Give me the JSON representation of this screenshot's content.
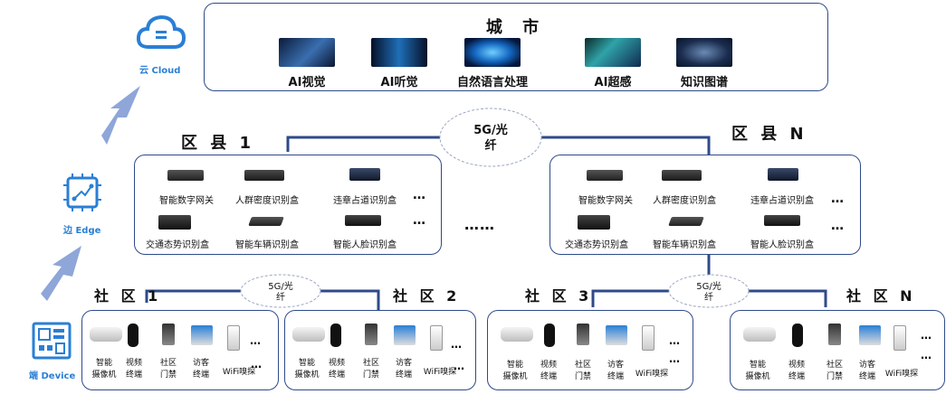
{
  "tiers": {
    "cloud_label": "云 Cloud",
    "edge_label": "边 Edge",
    "device_label": "端 Device"
  },
  "city": {
    "title": "城  市",
    "capabilities": [
      "AI视觉",
      "AI听觉",
      "自然语言处理",
      "AI超感",
      "知识图谱"
    ]
  },
  "links": {
    "city_to_district": "5G/光\n纤",
    "district_to_community": "5G/光\n纤"
  },
  "districts": [
    {
      "name": "区 县 1"
    },
    {
      "name": "区 县 N"
    }
  ],
  "district_devices": [
    "智能数字网关",
    "人群密度识别盒",
    "违章占道识别盒",
    "交通态势识别盒",
    "智能车辆识别盒",
    "智能人脸识别盒"
  ],
  "ellipsis": "…",
  "middle_ellipsis": "……",
  "communities": [
    {
      "name": "社 区 1"
    },
    {
      "name": "社 区 2"
    },
    {
      "name": "社 区 3"
    },
    {
      "name": "社 区 N"
    }
  ],
  "community_devices": [
    {
      "label": "智能\n摄像机"
    },
    {
      "label": "视频\n终端"
    },
    {
      "label": "社区\n门禁"
    },
    {
      "label": "访客\n终端"
    },
    {
      "label": "WiFi嗅探"
    }
  ],
  "colors": {
    "border": "#2f4a8a",
    "arrow": "#8ea6d8",
    "cloud_icon": "#2a7fd6"
  }
}
